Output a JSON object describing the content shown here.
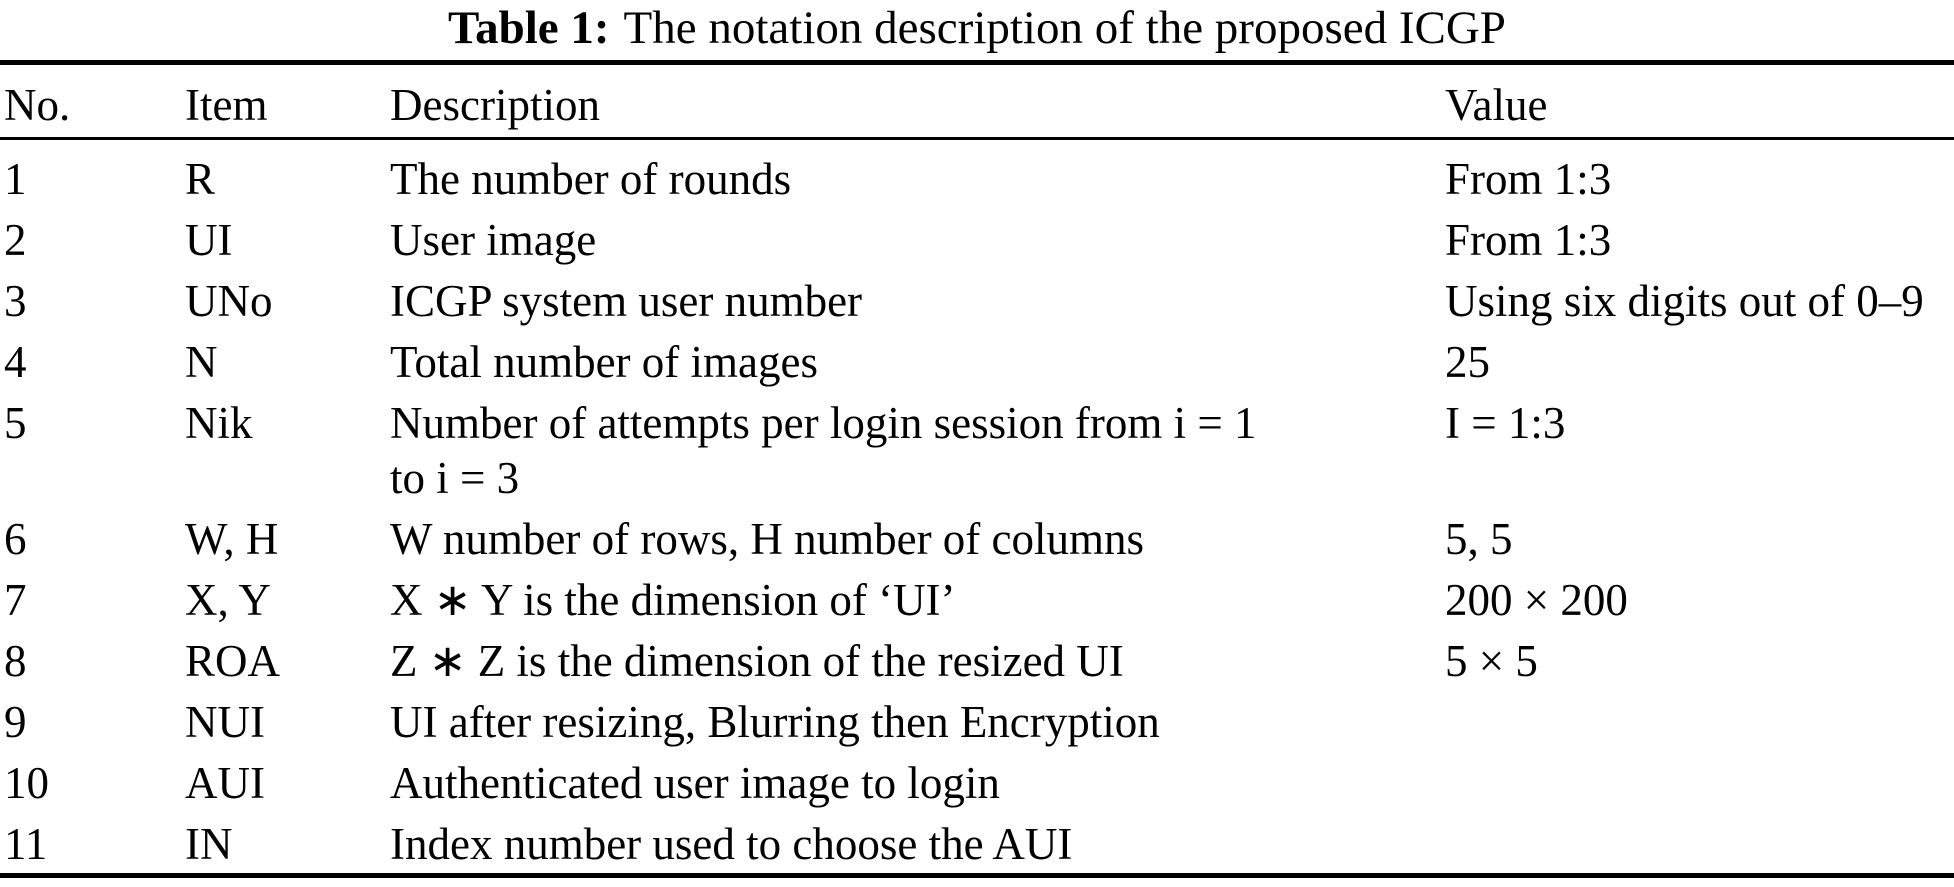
{
  "caption": {
    "label": "Table 1:",
    "text": "The notation description of the proposed ICGP"
  },
  "table": {
    "headers": {
      "no": "No.",
      "item": "Item",
      "description": "Description",
      "value": "Value"
    },
    "rows": [
      {
        "no": "1",
        "item": "R",
        "description": "The number of rounds",
        "value": "From 1:3"
      },
      {
        "no": "2",
        "item": "UI",
        "description": "User image",
        "value": "From 1:3"
      },
      {
        "no": "3",
        "item": "UNo",
        "description": "ICGP system user number",
        "value": "Using six digits out of 0–9"
      },
      {
        "no": "4",
        "item": "N",
        "description": "Total number of images",
        "value": "25"
      },
      {
        "no": "5",
        "item": "Nik",
        "description": "Number of attempts per login session from i = 1\nto i = 3",
        "value": "I = 1:3"
      },
      {
        "no": "6",
        "item": "W, H",
        "description": "W number of rows, H number of columns",
        "value": "5, 5"
      },
      {
        "no": "7",
        "item": "X, Y",
        "description": "X ∗ Y is the dimension of ‘UI’",
        "value": "200 × 200"
      },
      {
        "no": "8",
        "item": "ROA",
        "description": "Z ∗ Z is the dimension of the resized UI",
        "value": "5 × 5"
      },
      {
        "no": "9",
        "item": "NUI",
        "description": "UI after resizing, Blurring then Encryption",
        "value": ""
      },
      {
        "no": "10",
        "item": "AUI",
        "description": "Authenticated user image to login",
        "value": ""
      },
      {
        "no": "11",
        "item": "IN",
        "description": "Index number used to choose the AUI",
        "value": ""
      }
    ]
  }
}
